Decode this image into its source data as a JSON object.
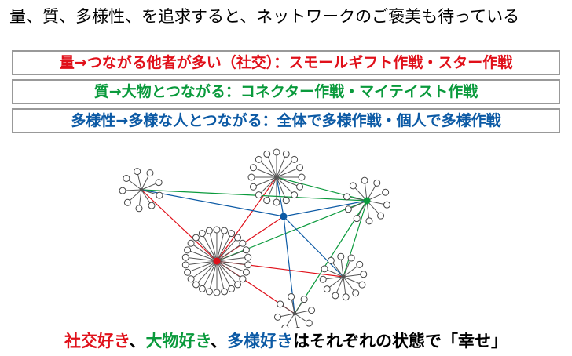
{
  "title": "量、質、多様性、を追求すると、ネットワークのご褒美も待っている",
  "boxes": {
    "quantity": "量→つながる他者が多い（社交）：スモールギフト作戦・スター作戦",
    "quality": "質→大物とつながる：コネクター作戦・マイテイスト作戦",
    "diversity": "多様性→多様な人とつながる：全体で多様作戦・個人で多様作戦"
  },
  "footer": {
    "part1": "社交好き",
    "sep1": "、",
    "part2": "大物好き",
    "sep2": "、",
    "part3": "多様好き",
    "rest": "はそれぞれの状態で「幸せ」"
  },
  "colors": {
    "red": "#e0101a",
    "green": "#0a9a3c",
    "blue": "#0c5aa5",
    "box_border": "#999999"
  },
  "network": {
    "clusters": [
      {
        "id": "hub-red",
        "color": "#e0101a",
        "leaves": 26
      },
      {
        "id": "cluster-top",
        "color": "#555555",
        "leaves": 16
      },
      {
        "id": "cluster-left",
        "color": "#555555",
        "leaves": 9
      },
      {
        "id": "hub-green",
        "color": "#0a9a3c",
        "leaves": 10
      },
      {
        "id": "cluster-right",
        "color": "#555555",
        "leaves": 12
      },
      {
        "id": "cluster-bottom",
        "color": "#555555",
        "leaves": 8
      }
    ],
    "special_nodes": [
      {
        "id": "hub-blue",
        "color": "#0c5aa5"
      }
    ],
    "edges": [
      {
        "from": "hub-red",
        "to": "cluster-top",
        "color": "#e0101a"
      },
      {
        "from": "hub-red",
        "to": "cluster-left",
        "color": "#e0101a"
      },
      {
        "from": "hub-red",
        "to": "cluster-right",
        "color": "#e0101a"
      },
      {
        "from": "hub-red",
        "to": "cluster-bottom",
        "color": "#e0101a"
      },
      {
        "from": "hub-red",
        "to": "hub-blue",
        "color": "#e0101a"
      },
      {
        "from": "hub-green",
        "to": "cluster-left",
        "color": "#0a9a3c"
      },
      {
        "from": "hub-green",
        "to": "cluster-top",
        "color": "#0a9a3c"
      },
      {
        "from": "hub-green",
        "to": "cluster-right",
        "color": "#0a9a3c"
      },
      {
        "from": "hub-green",
        "to": "hub-red",
        "color": "#0a9a3c"
      },
      {
        "from": "hub-green",
        "to": "cluster-bottom",
        "color": "#0a9a3c"
      },
      {
        "from": "hub-blue",
        "to": "cluster-left",
        "color": "#0c5aa5"
      },
      {
        "from": "hub-blue",
        "to": "cluster-top",
        "color": "#0c5aa5"
      },
      {
        "from": "hub-blue",
        "to": "hub-green",
        "color": "#0c5aa5"
      },
      {
        "from": "hub-blue",
        "to": "cluster-right",
        "color": "#0c5aa5"
      },
      {
        "from": "hub-blue",
        "to": "cluster-bottom",
        "color": "#0c5aa5"
      }
    ]
  }
}
